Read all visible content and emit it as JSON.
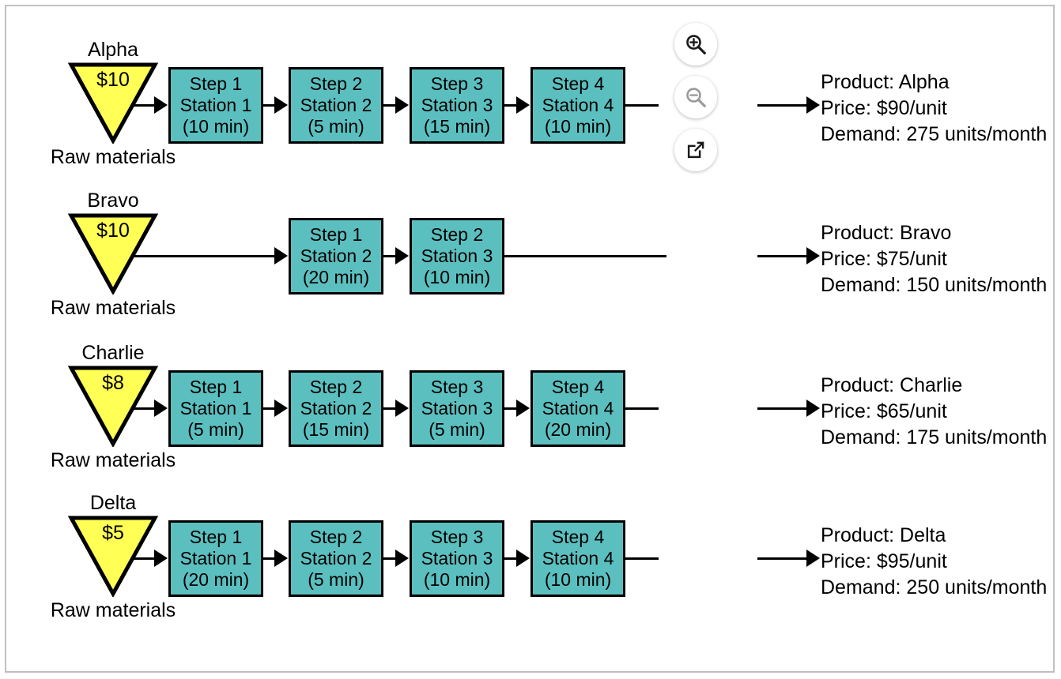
{
  "diagram": {
    "type": "process-flow",
    "rows": [
      {
        "product": "Alpha",
        "source_cost": "$10",
        "source_caption": "Raw materials",
        "steps": [
          {
            "step": "Step 1",
            "station": "Station 1",
            "time": "(10 min)"
          },
          {
            "step": "Step 2",
            "station": "Station 2",
            "time": "(5 min)"
          },
          {
            "step": "Step 3",
            "station": "Station 3",
            "time": "(15 min)"
          },
          {
            "step": "Step 4",
            "station": "Station 4",
            "time": "(10 min)"
          }
        ],
        "output": {
          "product_line": "Product: Alpha",
          "price_line": "Price: $90/unit",
          "demand_line": "Demand: 275 units/month"
        }
      },
      {
        "product": "Bravo",
        "source_cost": "$10",
        "source_caption": "Raw materials",
        "steps": [
          {
            "step": "Step 1",
            "station": "Station 2",
            "time": "(20 min)"
          },
          {
            "step": "Step 2",
            "station": "Station 3",
            "time": "(10 min)"
          }
        ],
        "output": {
          "product_line": "Product: Bravo",
          "price_line": "Price: $75/unit",
          "demand_line": "Demand: 150 units/month"
        }
      },
      {
        "product": "Charlie",
        "source_cost": "$8",
        "source_caption": "Raw materials",
        "steps": [
          {
            "step": "Step 1",
            "station": "Station 1",
            "time": "(5 min)"
          },
          {
            "step": "Step 2",
            "station": "Station 2",
            "time": "(15 min)"
          },
          {
            "step": "Step 3",
            "station": "Station 3",
            "time": "(5 min)"
          },
          {
            "step": "Step 4",
            "station": "Station 4",
            "time": "(20 min)"
          }
        ],
        "output": {
          "product_line": "Product: Charlie",
          "price_line": "Price: $65/unit",
          "demand_line": "Demand: 175 units/month"
        }
      },
      {
        "product": "Delta",
        "source_cost": "$5",
        "source_caption": "Raw materials",
        "steps": [
          {
            "step": "Step 1",
            "station": "Station 1",
            "time": "(20 min)"
          },
          {
            "step": "Step 2",
            "station": "Station 2",
            "time": "(5 min)"
          },
          {
            "step": "Step 3",
            "station": "Station 3",
            "time": "(10 min)"
          },
          {
            "step": "Step 4",
            "station": "Station 4",
            "time": "(10 min)"
          }
        ],
        "output": {
          "product_line": "Product: Delta",
          "price_line": "Price: $95/unit",
          "demand_line": "Demand: 250 units/month"
        }
      }
    ]
  },
  "toolbar": {
    "buttons": [
      {
        "name": "zoom-in-icon",
        "label": "Zoom in",
        "state": "enabled"
      },
      {
        "name": "zoom-out-icon",
        "label": "Zoom out",
        "state": "disabled"
      },
      {
        "name": "open-in-new-icon",
        "label": "Open in new window",
        "state": "enabled"
      }
    ]
  },
  "colors": {
    "process_box_fill": "#5bbfbf",
    "source_fill": "#ffff55",
    "stroke": "#000000",
    "frame_border": "#bec0c2",
    "canvas_background": "#ffffff",
    "toolbar_icon_enabled": "#1a1a1a",
    "toolbar_icon_disabled": "#9a9a9a"
  }
}
